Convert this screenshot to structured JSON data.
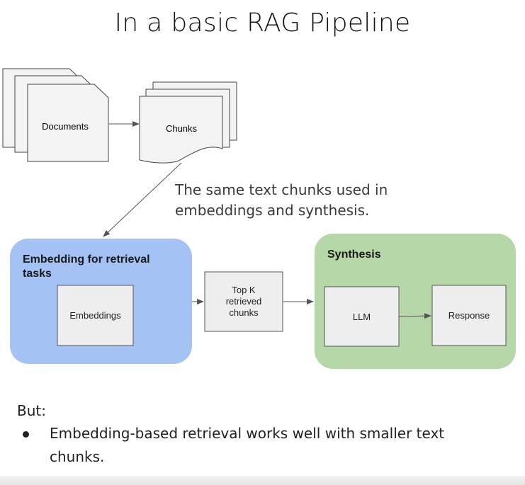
{
  "title": "In a basic RAG Pipeline",
  "nodes": {
    "documents": "Documents",
    "chunks": "Chunks",
    "embeddings": "Embeddings",
    "topk": "Top K\nretrieved\nchunks",
    "llm": "LLM",
    "response": "Response"
  },
  "panels": {
    "retrieval": "Embedding for retrieval\ntasks",
    "synthesis": "Synthesis"
  },
  "note": "The same text chunks used in embeddings and synthesis.",
  "colors": {
    "retrieval_panel": "#a4c2f4",
    "synthesis_panel": "#b6d7a8",
    "box_fill": "#eeeeee",
    "page_fill": "#f3f3f3"
  },
  "footer": {
    "intro": "But:",
    "bullets": [
      "Embedding-based retrieval works well with smaller text chunks."
    ]
  }
}
